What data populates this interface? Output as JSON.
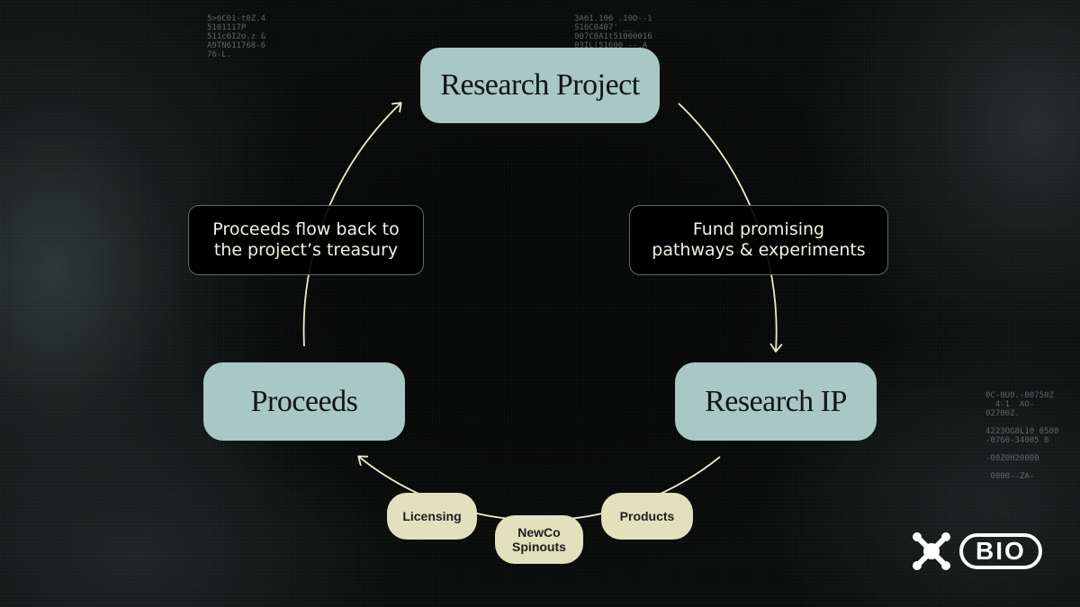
{
  "nodes": {
    "research_project": "Research Project",
    "research_ip": "Research IP",
    "proceeds": "Proceeds"
  },
  "notes": {
    "fund_line1": "Fund promising",
    "fund_line2": "pathways & experiments",
    "flow_line1": "Proceeds flow back to",
    "flow_line2": "the project’s treasury"
  },
  "outputs": {
    "licensing": "Licensing",
    "newco_line1": "NewCo",
    "newco_line2": "Spinouts",
    "products": "Products"
  },
  "logo": {
    "wordmark": "BIO",
    "icon": "bio-molecule-icon"
  },
  "colors": {
    "node_fill": "#a9c7c3",
    "pill_fill": "#e2e1bd",
    "arrow": "#eeebcf",
    "background": "#0b0c0c"
  }
}
